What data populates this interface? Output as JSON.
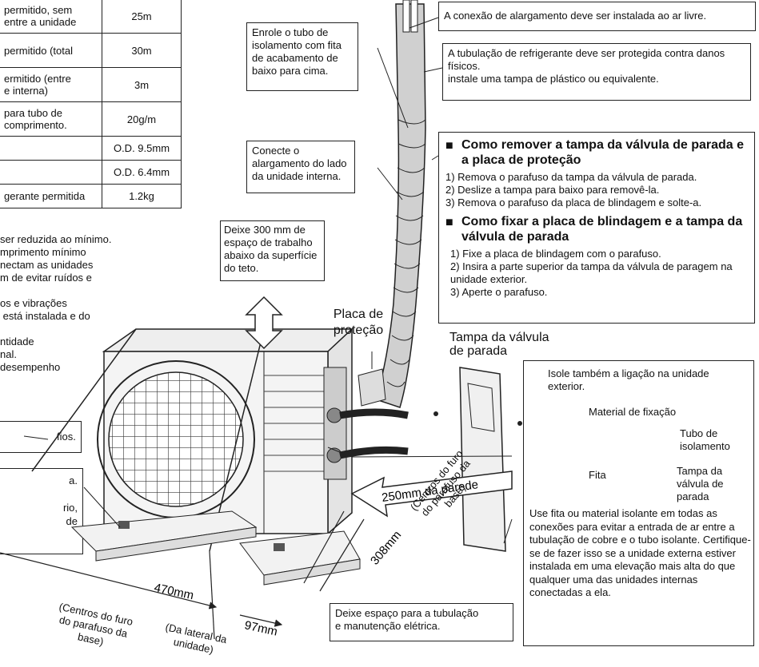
{
  "spec_table": [
    {
      "label": "permitido, sem\nentre a unidade",
      "value": "25m"
    },
    {
      "label": "permitido (total",
      "value": "30m"
    },
    {
      "label": "ermitido (entre\ne interna)",
      "value": "3m"
    },
    {
      "label": "para tubo de\ncomprimento.",
      "value": "20g/m"
    },
    {
      "label": "",
      "value": "O.D. 9.5mm"
    },
    {
      "label": "",
      "value": "O.D. 6.4mm"
    },
    {
      "label": "gerante permitida",
      "value": "1.2kg"
    }
  ],
  "left_notes": [
    "ser reduzida ao mínimo.",
    "mprimento mínimo",
    "nectam as unidades",
    "m de evitar ruídos e",
    "",
    "os e vibrações",
    " está instalada e do",
    "",
    "ntidade",
    "nal.",
    "desempenho"
  ],
  "left_fios_box": "fios.",
  "left_small_box": [
    "a.",
    "",
    "rio,",
    "de"
  ],
  "callouts": {
    "wrap_tape": "Enrole o tubo de isolamento com fita de acabamento de baixo para cima.",
    "connect_flare": "Conecte o alargamento do lado da unidade interna.",
    "space_300": "Deixe 300 mm de espaço de trabalho abaixo da superfície do teto.",
    "flare_outdoor": "A conexão de alargamento deve ser instalada ao ar livre.",
    "protect_piping": "A tubulação de refrigerante deve ser protegida contra danos físicos.\ninstale uma tampa de plástico ou equivalente.",
    "placa_label": "Placa de\nproteção",
    "tampa_label": "Tampa da válvula\nde parada",
    "leave_space": "Deixe espaço para a tubulação\ne manutenção elétrica."
  },
  "remove_section": {
    "title": "Como remover a tampa da válvula de parada e a placa de proteção",
    "steps": [
      "1) Remova o parafuso da tampa da válvula de parada.",
      "2) Deslize a tampa para baixo para removê-la.",
      "3) Remova o parafuso da placa de blindagem e solte-a."
    ]
  },
  "fix_section": {
    "title": "Como fixar a placa de blindagem e a tampa da válvula de parada",
    "steps": [
      "1) Fixe a placa de blindagem com o parafuso.",
      "2) Insira a parte superior da tampa da válvula de paragem na unidade exterior.",
      "3) Aperte o parafuso."
    ]
  },
  "insulate_box": {
    "top": "Isole também a ligação na unidade exterior.",
    "material": "Material de fixação",
    "tubo": "Tubo de\nisolamento",
    "fita": "Fita",
    "tampa": "Tampa da\nválvula de\nparada",
    "body": "Use fita ou material isolante em todas as conexões para evitar a entrada de ar entre a tubulação de cobre e o tubo isolante. Certifique-se de fazer isso se a unidade externa estiver instalada em uma elevação mais alta do que qualquer uma das unidades internas conectadas a ela."
  },
  "dimensions": {
    "d250": "250mm da parede",
    "d308": "308mm",
    "d308_note": "(Centros do furo\ndo parafuso da\nbase)",
    "d470": "470mm",
    "d470_note": "(Centros do furo\ndo parafuso da\nbase)",
    "d97": "97mm",
    "d97_note": "(Da lateral da\nunidade)"
  }
}
